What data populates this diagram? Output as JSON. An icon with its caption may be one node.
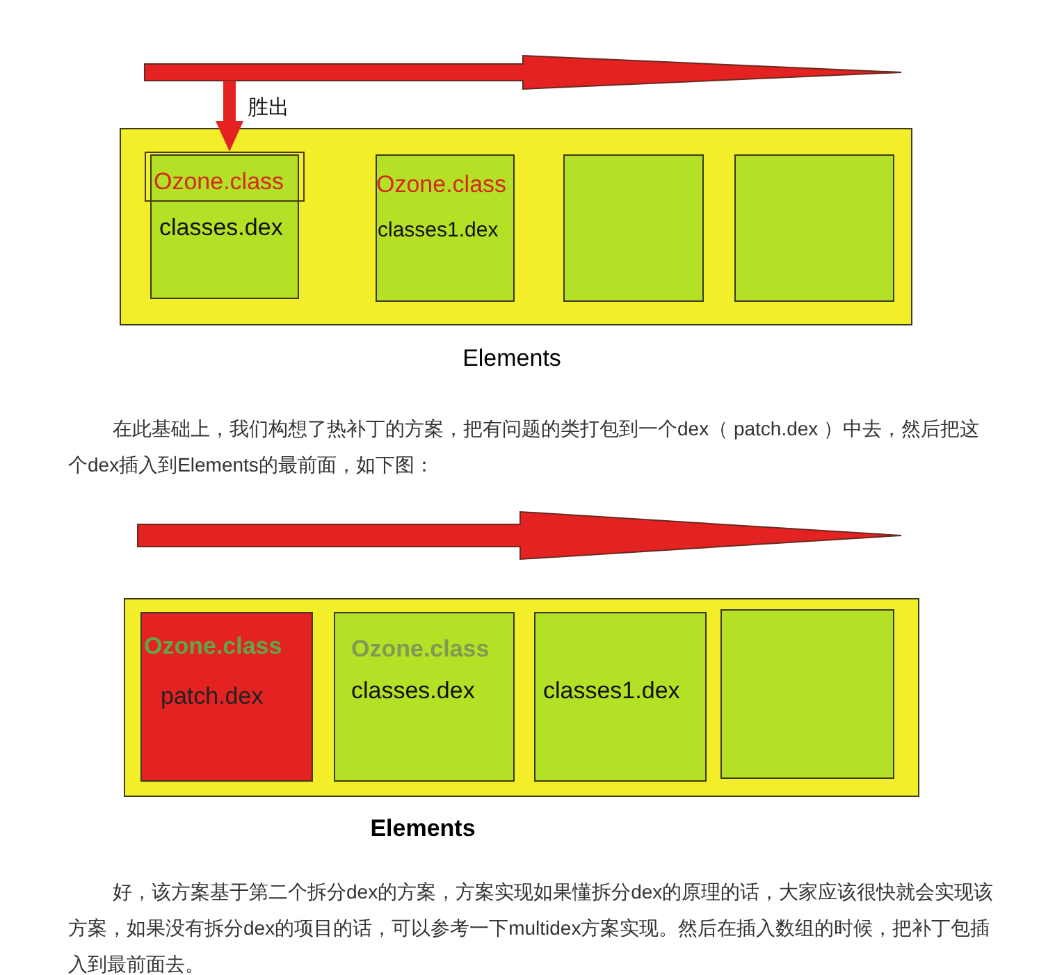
{
  "diagram": {
    "nodes": [
      {
        "text": [
          "Elements"
        ]
      },
      {
        "text": [
          "Ozone.class"
        ],
        "in": 0
      },
      {
        "text": [
          "classes.dex"
        ],
        "in": 0
      },
      {
        "text": [
          "Ozone.class",
          "classes1.dex"
        ],
        "in": 0
      },
      {
        "text": [],
        "shape": "box",
        "in": 0
      },
      {
        "text": [],
        "shape": "box",
        "in": 0
      },
      {
        "text": [
          "Elements"
        ]
      },
      {
        "text": [
          "Ozone.class",
          "patch.dex"
        ],
        "in": 6
      },
      {
        "text": [
          "Ozone.class",
          "classes.dex"
        ],
        "in": 6
      },
      {
        "text": [
          "classes1.dex"
        ],
        "in": 6
      },
      {
        "text": [],
        "shape": "box",
        "in": 6
      }
    ],
    "edges": [
      {
        "from": null,
        "to": 1,
        "arrow": "to",
        "label": "胜出"
      }
    ],
    "labels": [
      "在此基础上，我们构想了热补丁的方案，把有问题的类打包到一个dex（ patch.dex ）中去，然后把这个dex插入到Elements的最前面，如下图：",
      "好，该方案基于第二个拆分dex的方案，方案实现如果懂拆分dex的原理的话，大家应该很快就会实现该方案，如果没有拆分dex的项目的话，可以参考一下multidex方案实现。然后在插入数组的时候，把补丁包插入到最前面去。"
    ]
  }
}
